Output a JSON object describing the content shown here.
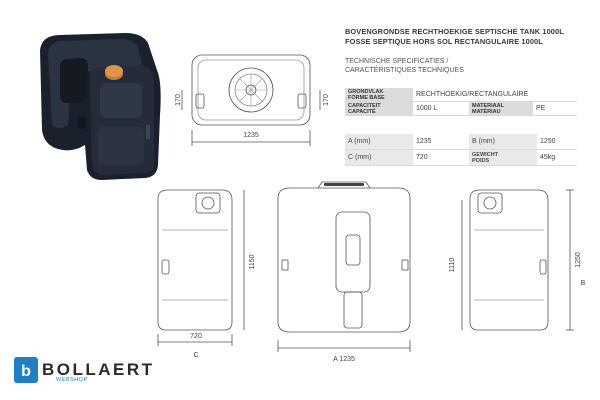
{
  "titles": {
    "nl": "BOVENGRONDSE RECHTHOEKIGE SEPTISCHE TANK 1000L",
    "fr": "FOSSE SEPTIQUE HORS SOL RECTANGULAIRE 1000L",
    "sub_nl": "TECHNISCHE SPECIFICATIES /",
    "sub_fr": "CARACTÉRISTIQUES TECHNIQUES"
  },
  "specs": {
    "base_label_nl": "GRONDVLAK",
    "base_label_fr": "FORME BASE",
    "base_value": "RECHTHOEKIG/RECTANGULAIRE",
    "capacity_label_nl": "CAPACITEIT",
    "capacity_label_fr": "CAPACITÉ",
    "capacity_value": "1000 L",
    "material_label_nl": "MATERIAAL",
    "material_label_fr": "MATÉRIAU",
    "material_value": "PE"
  },
  "dimensions": {
    "a_label": "A (mm)",
    "a_value": "1235",
    "b_label": "B (mm)",
    "b_value": "1250",
    "c_label": "C (mm)",
    "c_value": "720",
    "weight_label_nl": "GEWICHT",
    "weight_label_fr": "POIDS",
    "weight_value": "45kg"
  },
  "drawings": {
    "top_width": "1235",
    "top_left_height": "170",
    "top_right_height": "170",
    "side_height": "1150",
    "side_width": "720",
    "side_letter": "C",
    "front_width": "A 1235",
    "right_height": "1110",
    "right_total": "1250",
    "right_letter": "B"
  },
  "brand": {
    "name": "BOLLAERT",
    "sub": "WEBSHOP",
    "logo_letter": "b"
  },
  "colors": {
    "tank": "#1e2430",
    "cap": "#e0954c",
    "accent": "#1f7fc4"
  }
}
